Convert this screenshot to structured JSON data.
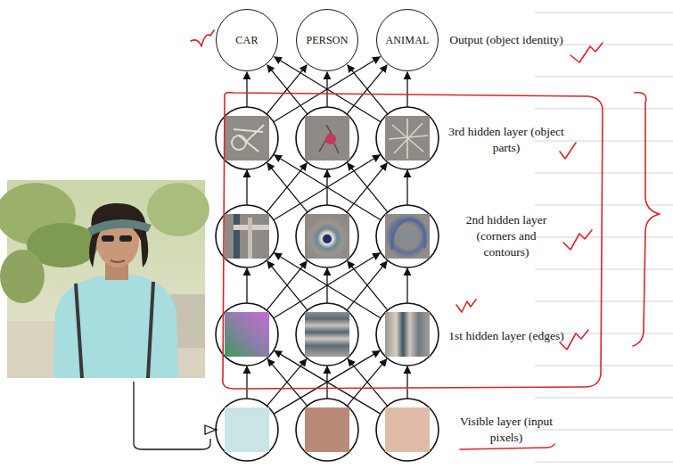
{
  "diagram": {
    "nodes": [
      {
        "text": [
          "CAR"
        ]
      },
      {
        "text": [
          "PERSON"
        ]
      },
      {
        "text": [
          "ANIMAL"
        ]
      }
    ],
    "labels": [
      "Output (object identity)",
      "3rd hidden layer (object parts)",
      "2nd hidden layer (corners and contours)",
      "1st hidden layer (edges)",
      "Visible layer (input pixels)"
    ]
  }
}
